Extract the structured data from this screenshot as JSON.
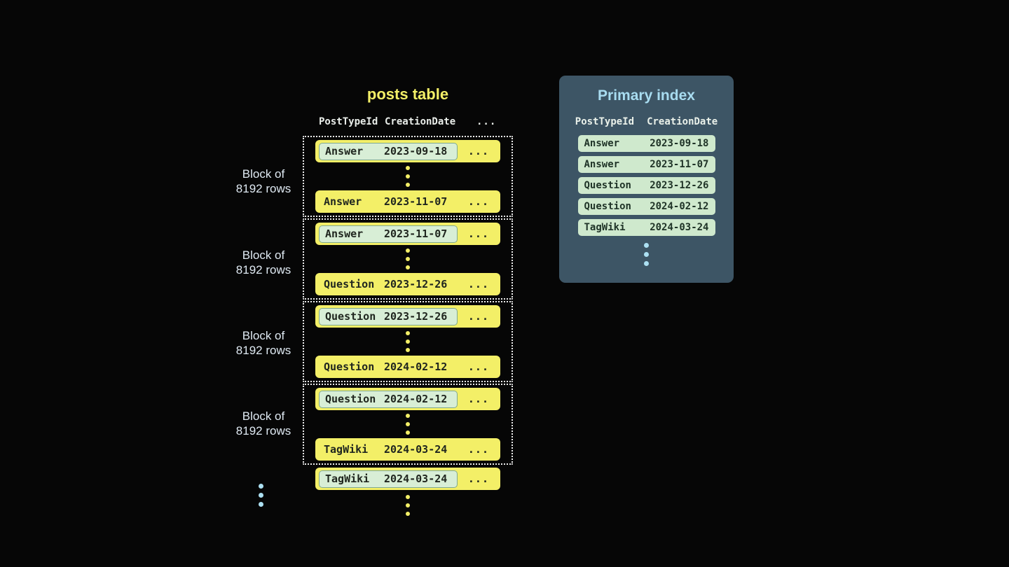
{
  "colors": {
    "background": "#060606",
    "row_yellow": "#f3ef67",
    "highlight_mint": "#d8eed6",
    "panel_slate": "#3d5565",
    "index_row_mint": "#cfe9cd",
    "index_title_blue": "#a8dcf0",
    "block_label_text": "#dfe9f2"
  },
  "posts_table": {
    "title": "posts table",
    "headers": {
      "post_type_id": "PostTypeId",
      "creation_date": "CreationDate",
      "more": "..."
    },
    "blocks": [
      {
        "label_top": "Block of",
        "label_bottom": "8192 rows",
        "first_row": {
          "post_type": "Answer",
          "date": "2023-09-18",
          "more": "..."
        },
        "last_row": {
          "post_type": "Answer",
          "date": "2023-11-07",
          "more": "..."
        }
      },
      {
        "label_top": "Block of",
        "label_bottom": "8192 rows",
        "first_row": {
          "post_type": "Answer",
          "date": "2023-11-07",
          "more": "..."
        },
        "last_row": {
          "post_type": "Question",
          "date": "2023-12-26",
          "more": "..."
        }
      },
      {
        "label_top": "Block of",
        "label_bottom": "8192 rows",
        "first_row": {
          "post_type": "Question",
          "date": "2023-12-26",
          "more": "..."
        },
        "last_row": {
          "post_type": "Question",
          "date": "2024-02-12",
          "more": "..."
        }
      },
      {
        "label_top": "Block of",
        "label_bottom": "8192 rows",
        "first_row": {
          "post_type": "Question",
          "date": "2024-02-12",
          "more": "..."
        },
        "last_row": {
          "post_type": "TagWiki",
          "date": "2024-03-24",
          "more": "..."
        }
      }
    ],
    "overflow_row": {
      "post_type": "TagWiki",
      "date": "2024-03-24",
      "more": "..."
    }
  },
  "primary_index": {
    "title": "Primary index",
    "headers": {
      "post_type_id": "PostTypeId",
      "creation_date": "CreationDate"
    },
    "rows": [
      {
        "post_type": "Answer",
        "date": "2023-09-18"
      },
      {
        "post_type": "Answer",
        "date": "2023-11-07"
      },
      {
        "post_type": "Question",
        "date": "2023-12-26"
      },
      {
        "post_type": "Question",
        "date": "2024-02-12"
      },
      {
        "post_type": "TagWiki",
        "date": "2024-03-24"
      }
    ]
  }
}
